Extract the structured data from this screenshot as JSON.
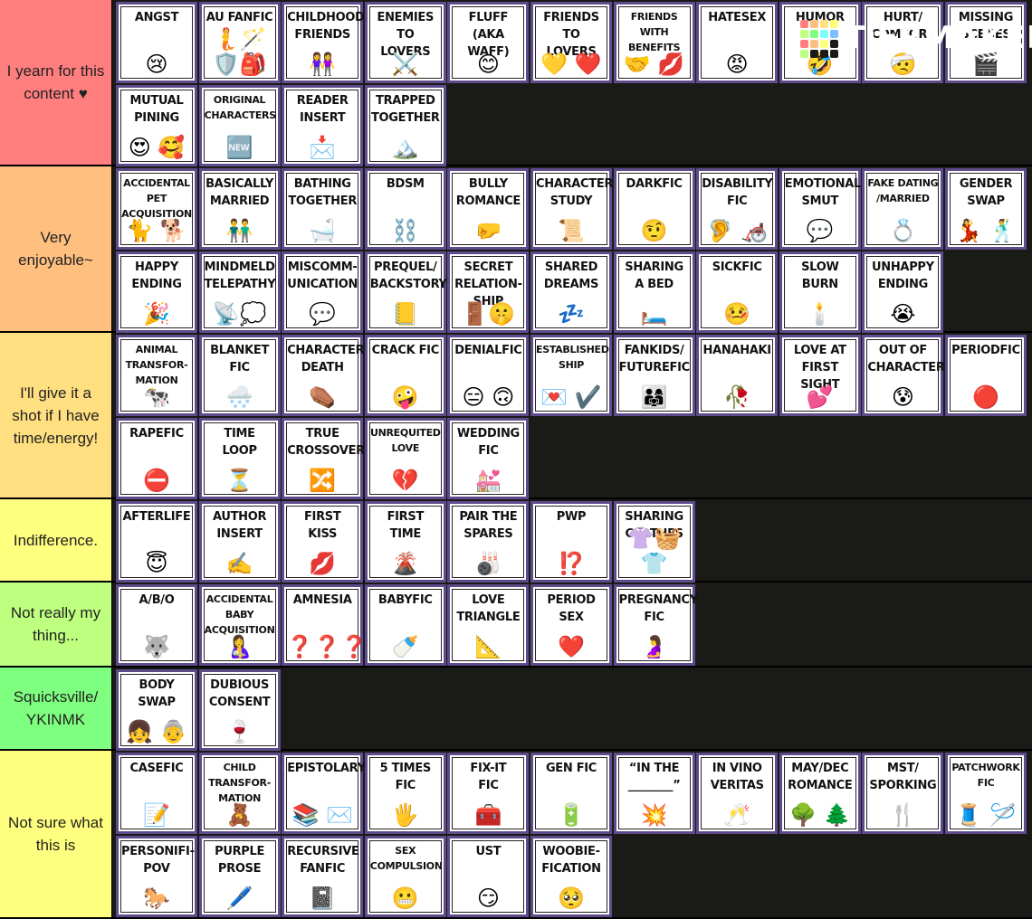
{
  "logo": {
    "text": "TiERMAKER",
    "colors": [
      "#ff7f7f",
      "#ffbf7f",
      "#ffdf7f",
      "#ffff7f",
      "#bfff7f",
      "#7fff7f",
      "#7fffff",
      "#7fbfff",
      "#ff7f7f",
      "#ffbf7f",
      "#ffff7f",
      "#1a1a17",
      "#bfff7f",
      "#1a1a17",
      "#1a1a17",
      "#1a1a17"
    ]
  },
  "tiers": [
    {
      "label": "I yearn for this content ♥",
      "color": "#ff7f7f",
      "items": [
        {
          "title": "ANGST",
          "emoji": "😢"
        },
        {
          "title": "AU FANFIC",
          "emoji": "🧜🪄🛡️🎒"
        },
        {
          "title": "CHILDHOOD\nFRIENDS",
          "emoji": "👭"
        },
        {
          "title": "ENEMIES\nTO LOVERS",
          "emoji": "⚔️"
        },
        {
          "title": "FLUFF\n(AKA WAFF)",
          "emoji": "😊"
        },
        {
          "title": "FRIENDS TO\nLOVERS",
          "emoji": "💛 ❤️"
        },
        {
          "title": "FRIENDS\nWITH\nBENEFITS",
          "emoji": "🤝 💋"
        },
        {
          "title": "HATESEX",
          "emoji": "😡"
        },
        {
          "title": "HUMOR",
          "emoji": "🤣"
        },
        {
          "title": "HURT/\nCOMFORT",
          "emoji": "🤕"
        },
        {
          "title": "MISSING\nSCENES",
          "emoji": "🎬"
        },
        {
          "title": "MUTUAL\nPINING",
          "emoji": "😍 🥰"
        },
        {
          "title": "ORIGINAL\nCHARACTERS",
          "emoji": "🆕"
        },
        {
          "title": "READER\nINSERT",
          "emoji": "📩"
        },
        {
          "title": "TRAPPED\nTOGETHER",
          "emoji": "🏔️"
        }
      ]
    },
    {
      "label": "Very enjoyable~",
      "color": "#ffbf7f",
      "items": [
        {
          "title": "ACCIDENTAL\nPET\nACQUISITION",
          "emoji": "🐈 🐕"
        },
        {
          "title": "BASICALLY\nMARRIED",
          "emoji": "👬"
        },
        {
          "title": "BATHING\nTOGETHER",
          "emoji": "🛁"
        },
        {
          "title": "BDSM",
          "emoji": "⛓️"
        },
        {
          "title": "BULLY\nROMANCE",
          "emoji": "🤛"
        },
        {
          "title": "CHARACTER\nSTUDY",
          "emoji": "📜"
        },
        {
          "title": "DARKFIC",
          "emoji": "🤨"
        },
        {
          "title": "DISABILITY\nFIC",
          "emoji": "🦻 🦽"
        },
        {
          "title": "EMOTIONAL\nSMUT",
          "emoji": "💬"
        },
        {
          "title": "FAKE DATING\n/MARRIED",
          "emoji": "💍"
        },
        {
          "title": "GENDER\nSWAP",
          "emoji": "💃 🕺"
        },
        {
          "title": "HAPPY\nENDING",
          "emoji": "🎉"
        },
        {
          "title": "MINDMELD\nTELEPATHY",
          "emoji": "📡💭"
        },
        {
          "title": "MISCOMM-\nUNICATION",
          "emoji": "💬"
        },
        {
          "title": "PREQUEL/\nBACKSTORY",
          "emoji": "📒"
        },
        {
          "title": "SECRET\nRELATION-\nSHIP",
          "emoji": "🚪🤫"
        },
        {
          "title": "SHARED\nDREAMS",
          "emoji": "💤"
        },
        {
          "title": "SHARING\nA BED",
          "emoji": "🛏️"
        },
        {
          "title": "SICKFIC",
          "emoji": "🤒"
        },
        {
          "title": "SLOW\nBURN",
          "emoji": "🕯️"
        },
        {
          "title": "UNHAPPY\nENDING",
          "emoji": "😭"
        }
      ]
    },
    {
      "label": "I'll give it a shot if I have time/energy!",
      "color": "#ffdf7f",
      "items": [
        {
          "title": "ANIMAL\nTRANSFOR-\nMATION",
          "emoji": "🐄"
        },
        {
          "title": "BLANKET\nFIC",
          "emoji": "🌨️"
        },
        {
          "title": "CHARACTER\nDEATH",
          "emoji": "⚰️"
        },
        {
          "title": "CRACK FIC",
          "emoji": "🤪"
        },
        {
          "title": "DENIALFIC",
          "emoji": "😑 🙃"
        },
        {
          "title": "ESTABLISHED\nSHIP",
          "emoji": "💌 ✔️"
        },
        {
          "title": "FANKIDS/\nFUTUREFIC",
          "emoji": "👨‍👩‍👧"
        },
        {
          "title": "HANAHAKI",
          "emoji": "🥀"
        },
        {
          "title": "LOVE AT\nFIRST SIGHT",
          "emoji": "💕"
        },
        {
          "title": "OUT OF\nCHARACTER",
          "emoji": "😰"
        },
        {
          "title": "PERIODFIC",
          "emoji": "🔴"
        },
        {
          "title": "RAPEFIC",
          "emoji": "⛔"
        },
        {
          "title": "TIME\nLOOP",
          "emoji": "⏳"
        },
        {
          "title": "TRUE\nCROSSOVER",
          "emoji": "🔀"
        },
        {
          "title": "UNREQUITED\nLOVE",
          "emoji": "💔"
        },
        {
          "title": "WEDDING\nFIC",
          "emoji": "💒"
        }
      ]
    },
    {
      "label": "Indifference.",
      "color": "#ffff7f",
      "items": [
        {
          "title": "AFTERLIFE",
          "emoji": "😇"
        },
        {
          "title": "AUTHOR\nINSERT",
          "emoji": "✍️"
        },
        {
          "title": "FIRST\nKISS",
          "emoji": "💋"
        },
        {
          "title": "FIRST TIME",
          "emoji": "🌋"
        },
        {
          "title": "PAIR THE\nSPARES",
          "emoji": "🎳"
        },
        {
          "title": "PWP",
          "emoji": "⁉️"
        },
        {
          "title": "SHARING\nCLOTHES",
          "emoji": "👚🧺👕"
        }
      ]
    },
    {
      "label": "Not really my thing...",
      "color": "#bfff7f",
      "items": [
        {
          "title": "A/B/O",
          "emoji": "🐺"
        },
        {
          "title": "ACCIDENTAL\nBABY\nACQUISITION",
          "emoji": "🤱"
        },
        {
          "title": "AMNESIA",
          "emoji": "❓❓❓"
        },
        {
          "title": "BABYFIC",
          "emoji": "🍼"
        },
        {
          "title": "LOVE\nTRIANGLE",
          "emoji": "📐"
        },
        {
          "title": "PERIOD\nSEX",
          "emoji": "❤️"
        },
        {
          "title": "PREGNANCY\nFIC",
          "emoji": "🤰"
        }
      ]
    },
    {
      "label": "Squicksville/ YKINMK",
      "color": "#7fff7f",
      "items": [
        {
          "title": "BODY\nSWAP",
          "emoji": "👧 👵"
        },
        {
          "title": "DUBIOUS\nCONSENT",
          "emoji": "🍷"
        }
      ]
    },
    {
      "label": "Not sure what this is",
      "color": "#ffff7f",
      "items": [
        {
          "title": "CASEFIC",
          "emoji": "📝"
        },
        {
          "title": "CHILD\nTRANSFOR-\nMATION",
          "emoji": "🧸"
        },
        {
          "title": "EPISTOLARY",
          "emoji": "📚 ✉️"
        },
        {
          "title": "5 TIMES\nFIC",
          "emoji": "🖐️"
        },
        {
          "title": "FIX-IT\nFIC",
          "emoji": "🧰"
        },
        {
          "title": "GEN FIC",
          "emoji": "🔋"
        },
        {
          "title": "“IN THE\n________”",
          "emoji": "💥"
        },
        {
          "title": "IN VINO\nVERITAS",
          "emoji": "🥂"
        },
        {
          "title": "MAY/DEC\nROMANCE",
          "emoji": "🌳 🌲"
        },
        {
          "title": "MST/\nSPORKING",
          "emoji": "🍴"
        },
        {
          "title": "PATCHWORK\nFIC",
          "emoji": "🧵 🪡"
        },
        {
          "title": "PERSONIFI-\nPOV",
          "emoji": "🐎"
        },
        {
          "title": "PURPLE\nPROSE",
          "emoji": "🖊️"
        },
        {
          "title": "RECURSIVE\nFANFIC",
          "emoji": "📓"
        },
        {
          "title": "SEX\nCOMPULSION",
          "emoji": "😬"
        },
        {
          "title": "UST",
          "emoji": "😏"
        },
        {
          "title": "WOOBIE-\nFICATION",
          "emoji": "🥺"
        }
      ]
    }
  ]
}
